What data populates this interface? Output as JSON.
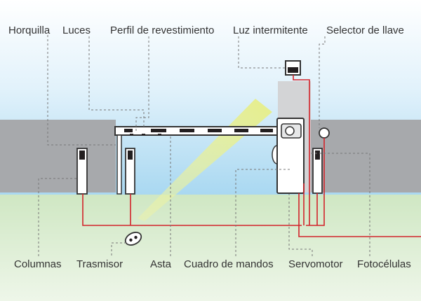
{
  "labels": {
    "horquilla": "Horquilla",
    "luces": "Luces",
    "perfil": "Perfil de revestimiento",
    "luz_intermitente": "Luz intermitente",
    "selector": "Selector de llave",
    "columnas": "Columnas",
    "trasmisor": "Trasmisor",
    "asta": "Asta",
    "cuadro": "Cuadro de mandos",
    "servomotor": "Servomotor",
    "fotocelulas": "Fotocélulas"
  },
  "colors": {
    "sky_top": "#ffffff",
    "sky_bottom": "#a9d8f1",
    "ground_top": "#cfe7c3",
    "ground_bottom": "#eaf4e3",
    "wall": "#a7a9ac",
    "housing": "#d3d4d6",
    "wire": "#d2232a",
    "light_beam": "#e8ef8a",
    "leader": "#777777",
    "outline": "#333333"
  }
}
